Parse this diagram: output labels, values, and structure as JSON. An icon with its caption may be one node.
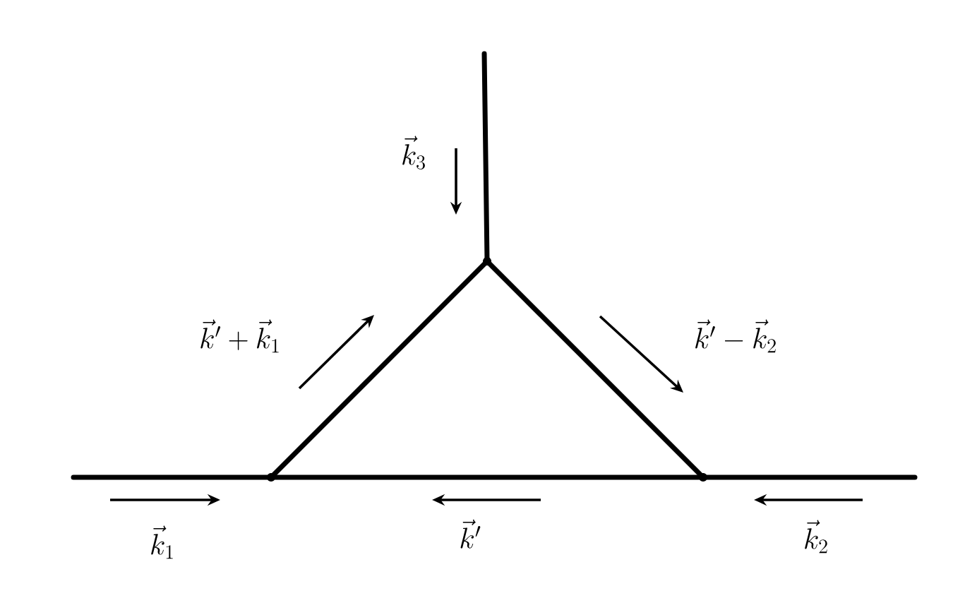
{
  "diagram": {
    "nodes": [
      {
        "text": [],
        "shape": "vertex"
      },
      {
        "text": [],
        "shape": "vertex"
      },
      {
        "text": [],
        "shape": "vertex"
      }
    ],
    "edges": [
      {
        "from": null,
        "to": 0,
        "arrow": "none"
      },
      {
        "from": 0,
        "to": 1,
        "arrow": "none"
      },
      {
        "from": 0,
        "to": 2,
        "arrow": "none"
      },
      {
        "from": 1,
        "to": 2,
        "arrow": "none"
      },
      {
        "from": null,
        "to": 1,
        "arrow": "none"
      },
      {
        "from": 2,
        "to": null,
        "arrow": "none"
      }
    ],
    "labels": [
      "\\vec{k}_3",
      "\\vec{k}'+\\vec{k}_1",
      "\\vec{k}'-\\vec{k}_2",
      "\\vec{k}_1",
      "\\vec{k}'",
      "\\vec{k}_2"
    ]
  }
}
